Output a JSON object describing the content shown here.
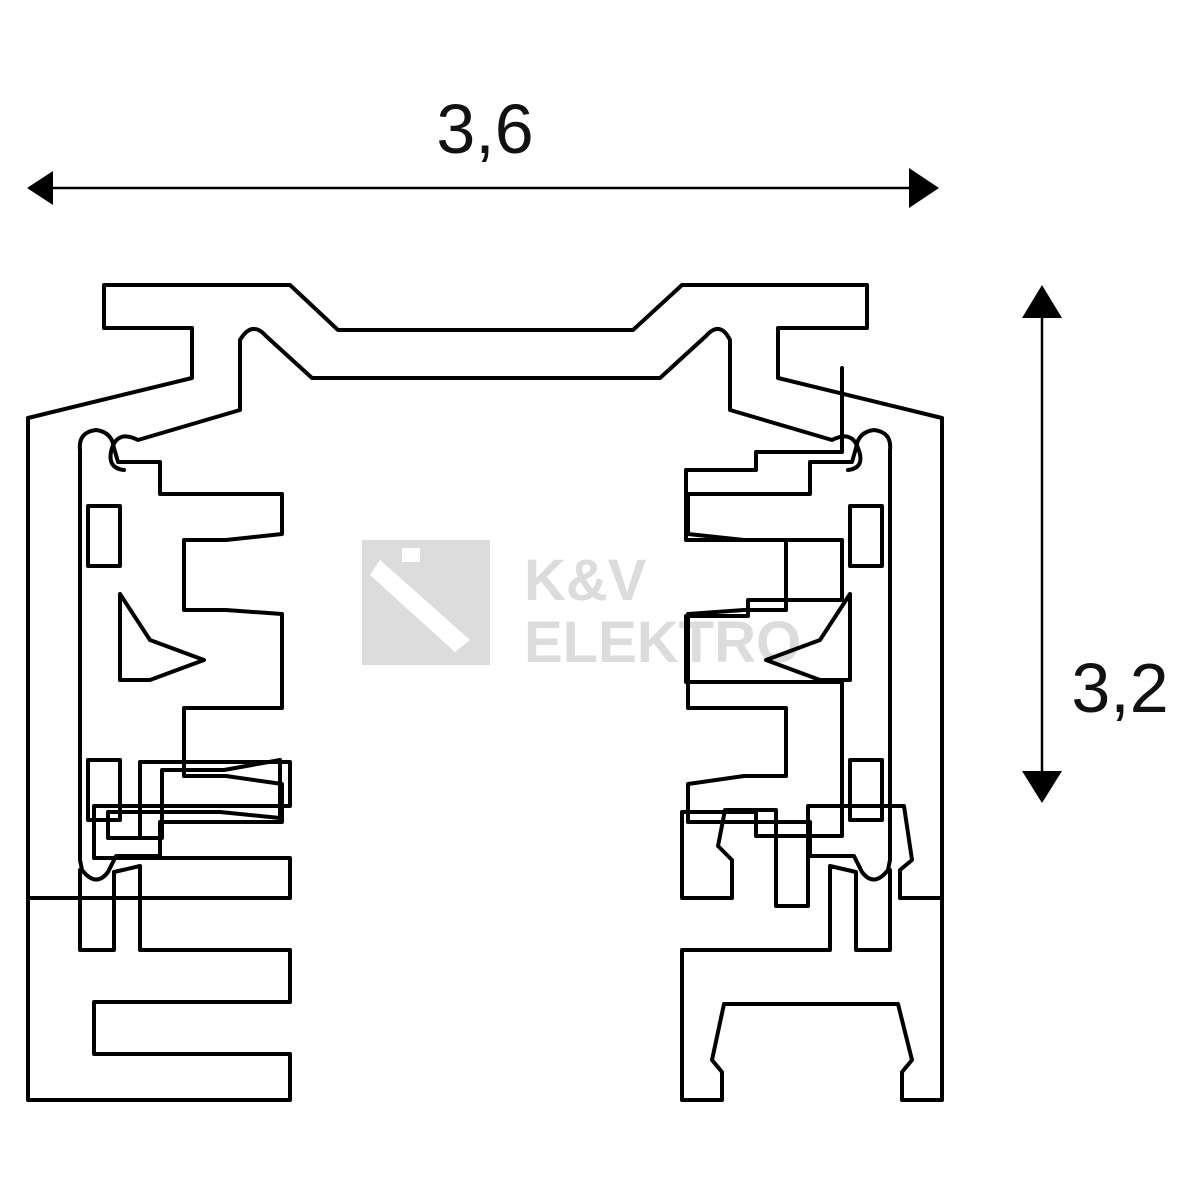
{
  "dimensions": {
    "width_label": "3,6",
    "height_label": "3,2"
  },
  "watermark": {
    "line1": "K&V",
    "line2": "ELEKTRO"
  },
  "colors": {
    "stroke": "#000000",
    "background": "#ffffff",
    "watermark": "#dcdcdc"
  }
}
